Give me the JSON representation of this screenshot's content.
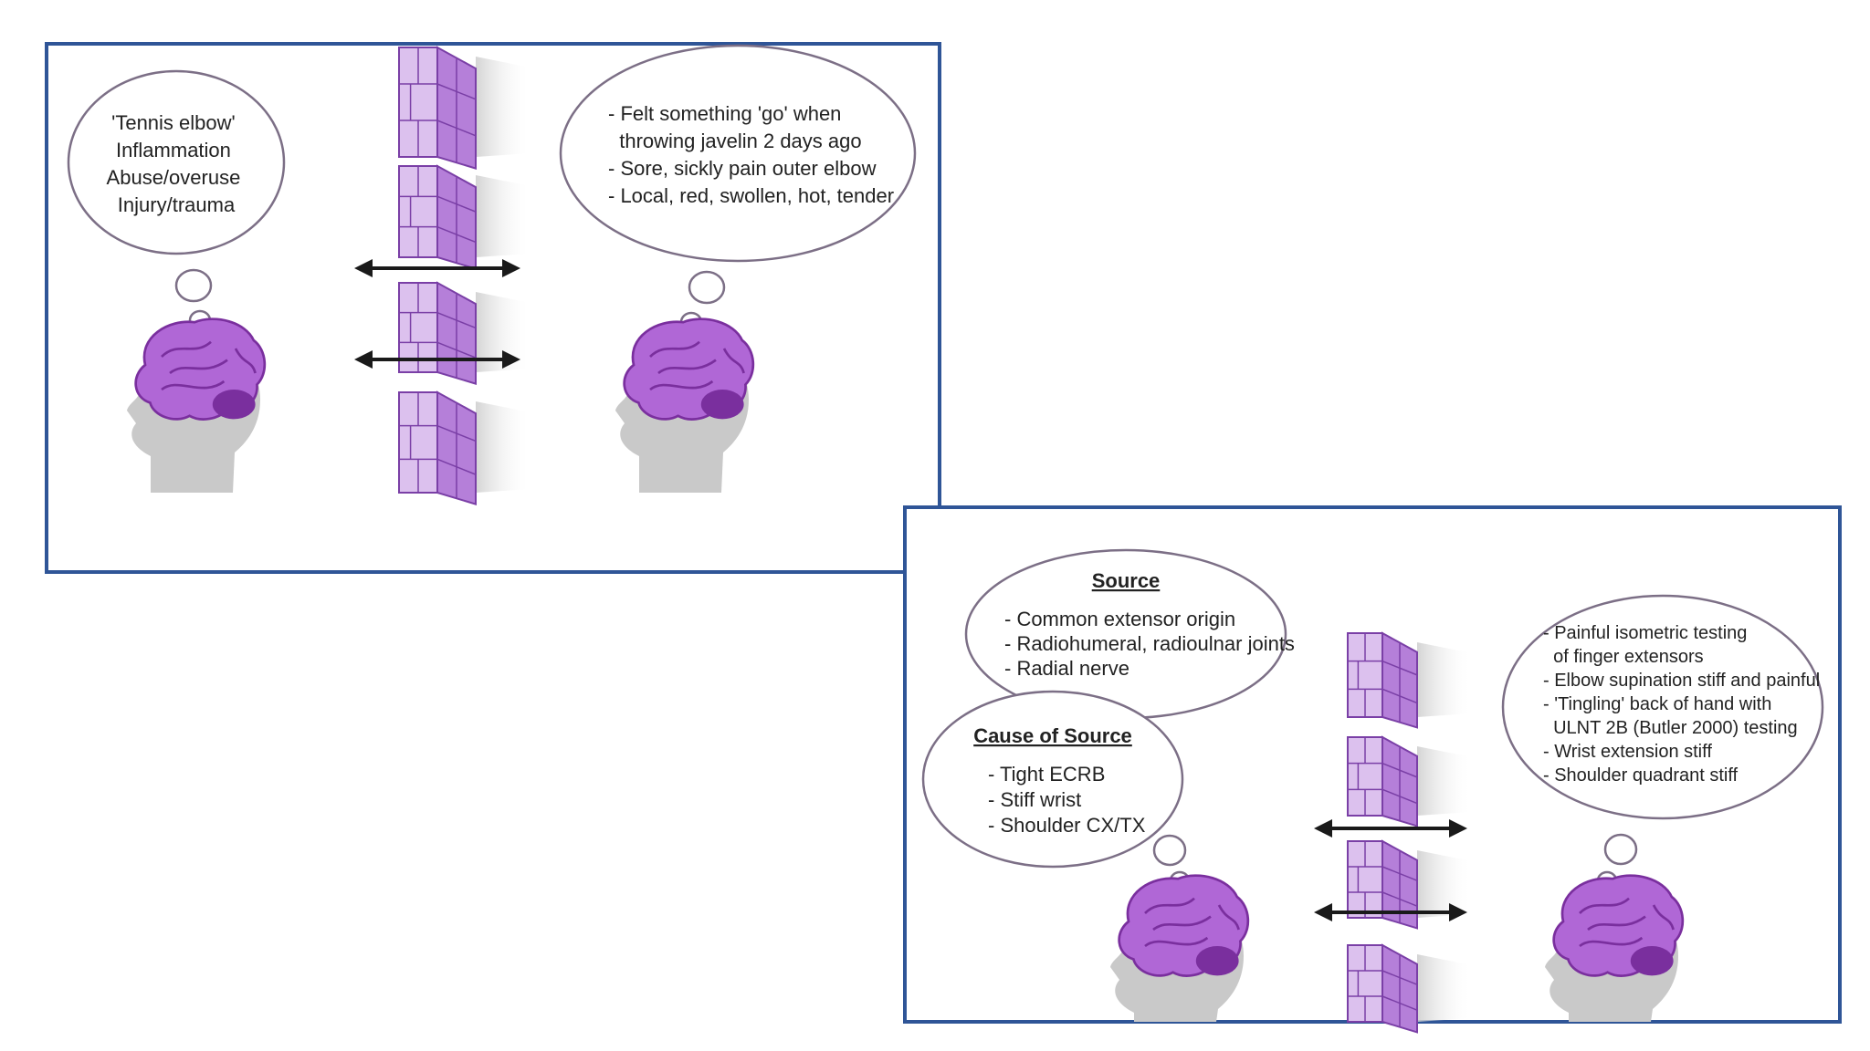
{
  "colors": {
    "frame": "#2f5597",
    "brick_face": "#dcc1ee",
    "brick_side": "#b57fd9",
    "brick_top": "#c89ae6",
    "brick_line": "#7a3fa6",
    "brain": "#b067d6",
    "brain_dark": "#7a2f9e",
    "head": "#c9c9c9",
    "bubble_stroke": "#7c6f86",
    "arrow": "#1a1a1a",
    "shadow": "#dedede"
  },
  "panel_a": {
    "left_bubble_lines": [
      "'Tennis elbow'",
      "Inflammation",
      "Abuse/overuse",
      "Injury/trauma"
    ],
    "right_bubble_lines": [
      "- Felt something 'go' when",
      "  throwing javelin 2 days ago",
      "- Sore, sickly pain outer elbow",
      "- Local, red, swollen, hot, tender"
    ]
  },
  "panel_b": {
    "source_heading": "Source",
    "source_lines": [
      "- Common extensor origin",
      "- Radiohumeral, radioulnar joints",
      "- Radial nerve"
    ],
    "cause_heading": "Cause of Source",
    "cause_lines": [
      "- Tight ECRB",
      "- Stiff wrist",
      "- Shoulder CX/TX"
    ],
    "right_bubble_lines": [
      "- Painful isometric testing",
      "  of finger extensors",
      "- Elbow supination stiff and painful",
      "- 'Tingling' back of hand with",
      "  ULNT 2B (Butler 2000) testing",
      "- Wrist extension stiff",
      "- Shoulder quadrant stiff"
    ]
  }
}
